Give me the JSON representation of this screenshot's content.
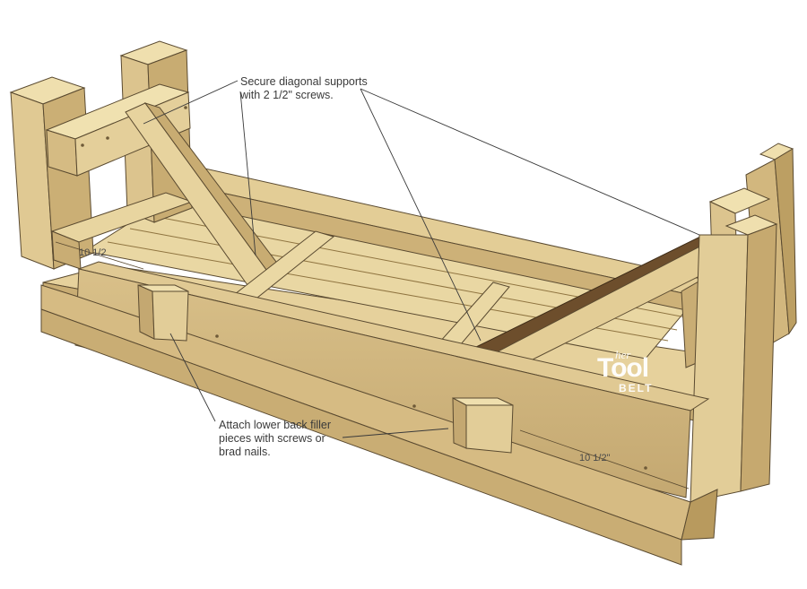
{
  "callouts": {
    "diagonal": [
      "Secure diagonal supports",
      "with 2 1/2\" screws."
    ],
    "filler": [
      "Attach lower back filler",
      "pieces with screws or",
      "brad nails."
    ]
  },
  "dimensions": {
    "left": "10 1/2",
    "right": "10 1/2\""
  },
  "logo": {
    "her": "her",
    "tool": "Tool",
    "belt": "BELT"
  },
  "colors": {
    "wood_light": "#ead9a6",
    "wood_mid": "#d8c088",
    "wood_dark": "#b89a5e",
    "wood_shadow": "#8f7440",
    "line": "#5a4a30"
  }
}
